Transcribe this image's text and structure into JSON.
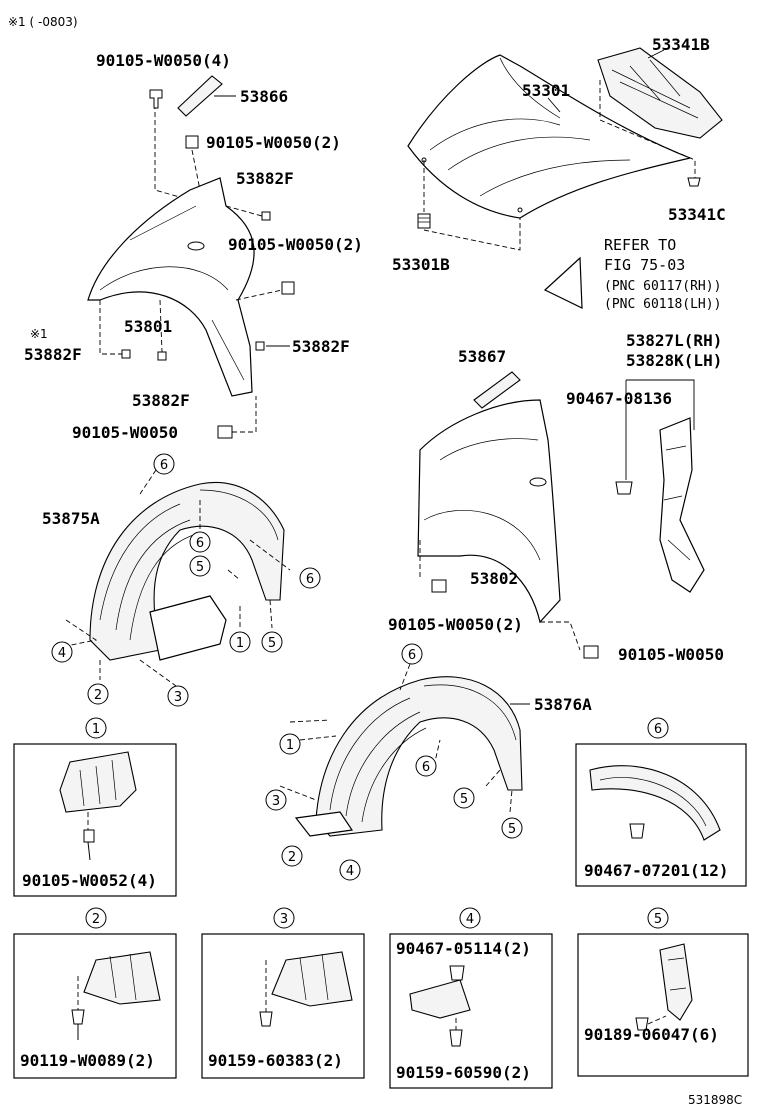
{
  "note": "※1 (      -0803)",
  "figure_code": "531898C",
  "callouts": {
    "p53341B": "53341B",
    "p53301": "53301",
    "p53341C": "53341C",
    "p53301B": "53301B",
    "bolt_90105_4": "90105-W0050(4)",
    "p53866": "53866",
    "bolt_90105_2a": "90105-W0050(2)",
    "p53882F_a": "53882F",
    "bolt_90105_2b": "90105-W0050(2)",
    "star1": "※1",
    "p53882F_b": "53882F",
    "p53801": "53801",
    "p53882F_c": "53882F",
    "p53882F_d": "53882F",
    "bolt_90105_1a": "90105-W0050",
    "refer_line1": "REFER TO",
    "refer_line2": "FIG 75-03",
    "refer_line3": "(PNC 60117(RH))",
    "refer_line4": "(PNC 60118(LH))",
    "p53827L": "53827L(RH)",
    "p53828K": "53828K(LH)",
    "p53867": "53867",
    "clip_90467_08136": "90467-08136",
    "p53802": "53802",
    "bolt_90105_2c": "90105-W0050(2)",
    "bolt_90105_1b": "90105-W0050",
    "p53875A": "53875A",
    "p53876A": "53876A"
  },
  "circles": {
    "n1": "1",
    "n2": "2",
    "n3": "3",
    "n4": "4",
    "n5": "5",
    "n6": "6"
  },
  "details": [
    {
      "circle": "1",
      "part": "90105-W0052(4)"
    },
    {
      "circle": "6",
      "part": "90467-07201(12)"
    },
    {
      "circle": "2",
      "part": "90119-W0089(2)"
    },
    {
      "circle": "3",
      "part": "90159-60383(2)"
    },
    {
      "circle": "4",
      "part_top": "90467-05114(2)",
      "part_bottom": "90159-60590(2)"
    },
    {
      "circle": "5",
      "part": "90189-06047(6)"
    }
  ]
}
